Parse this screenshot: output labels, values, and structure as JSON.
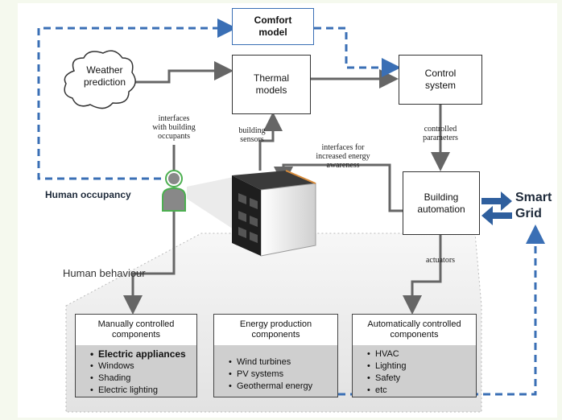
{
  "nodes": {
    "comfort_model": {
      "line1": "Comfort",
      "line2": "model"
    },
    "weather": {
      "line1": "Weather",
      "line2": "prediction"
    },
    "thermal": {
      "line1": "Thermal",
      "line2": "models"
    },
    "control": {
      "line1": "Control",
      "line2": "system"
    },
    "building_automation": {
      "line1": "Building",
      "line2": "automation"
    }
  },
  "labels": {
    "interfaces_occupants": [
      "interfaces",
      "with building",
      "occupants"
    ],
    "building_sensors": [
      "building",
      "sensors"
    ],
    "interfaces_energy": [
      "interfaces for",
      "increased energy",
      "awareness"
    ],
    "controlled_parameters": [
      "controlled",
      "parameters"
    ],
    "actuators": "actuators",
    "human_occupancy": "Human occupancy",
    "human_behaviour": "Human behaviour",
    "smart_grid": [
      "Smart",
      "Grid"
    ]
  },
  "groups": [
    {
      "head": [
        "Manually controlled",
        "components"
      ],
      "items": [
        {
          "text": "Electric appliances",
          "strong": true
        },
        {
          "text": "Windows",
          "strong": false
        },
        {
          "text": "Shading",
          "strong": false
        },
        {
          "text": "Electric lighting",
          "strong": false
        }
      ]
    },
    {
      "head": [
        "Energy production",
        "components"
      ],
      "items": [
        {
          "text": "Wind turbines",
          "strong": false
        },
        {
          "text": "PV systems",
          "strong": false
        },
        {
          "text": "Geothermal energy",
          "strong": false
        }
      ]
    },
    {
      "head": [
        "Automatically controlled",
        "components"
      ],
      "items": [
        {
          "text": "HVAC",
          "strong": false
        },
        {
          "text": "Lighting",
          "strong": false
        },
        {
          "text": "Safety",
          "strong": false
        },
        {
          "text": "etc",
          "strong": false
        }
      ]
    }
  ],
  "colors": {
    "dashed_arrow": "#3a6fb5",
    "grid_arrow": "#2f5f9e",
    "bold_label": "#1e2a3a"
  }
}
